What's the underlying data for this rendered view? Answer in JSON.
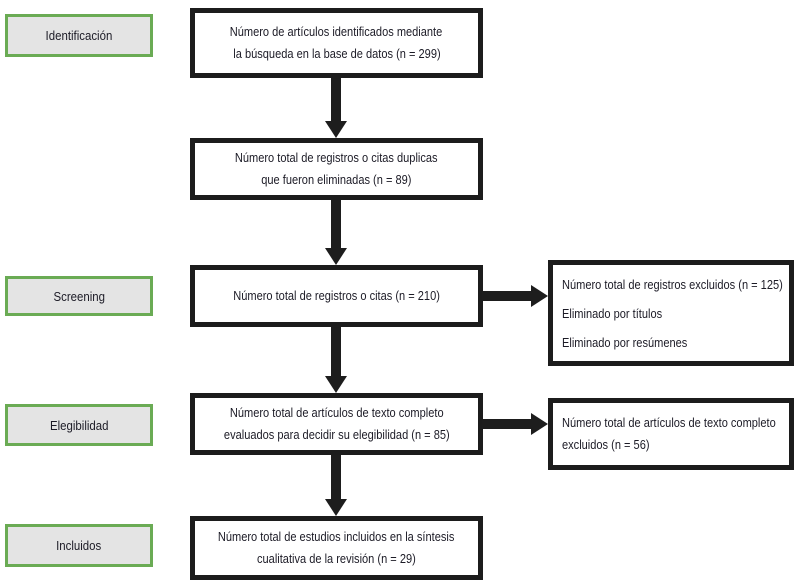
{
  "colors": {
    "stage_border": "#6aab54",
    "stage_fill": "#e4e4e4",
    "flow_box_border": "#1c1c1c",
    "arrow": "#1d1d1d",
    "text": "#1c1b26",
    "background": "#ffffff"
  },
  "stages": [
    {
      "label": "Identificación"
    },
    {
      "label": "Screening"
    },
    {
      "label": "Elegibilidad"
    },
    {
      "label": "Incluidos"
    }
  ],
  "boxes": {
    "identification": {
      "lines": [
        "Número de artículos identificados mediante",
        "la búsqueda en la base de datos (n = 299)"
      ],
      "n": 299
    },
    "duplicates": {
      "lines": [
        "Número total de registros o citas duplicas",
        "que fueron eliminadas (n = 89)"
      ],
      "n": 89
    },
    "screening": {
      "lines": [
        "Número total de registros o citas (n = 210)"
      ],
      "n": 210
    },
    "eligibility": {
      "lines": [
        "Número total de artículos de texto completo",
        "evaluados para decidir su elegibilidad (n = 85)"
      ],
      "n": 85
    },
    "included": {
      "lines": [
        "Número total de estudios incluidos en la síntesis",
        "cualitativa de la revisión (n = 29)"
      ],
      "n": 29
    }
  },
  "side_boxes": {
    "excluded_records": {
      "lines": [
        "Número total de registros excluidos (n = 125)",
        "Eliminado por títulos",
        "Eliminado por resúmenes"
      ],
      "n": 125
    },
    "excluded_fulltext": {
      "lines": [
        "Número total de artículos de texto completo",
        "excluidos (n = 56)"
      ],
      "n": 56
    }
  }
}
